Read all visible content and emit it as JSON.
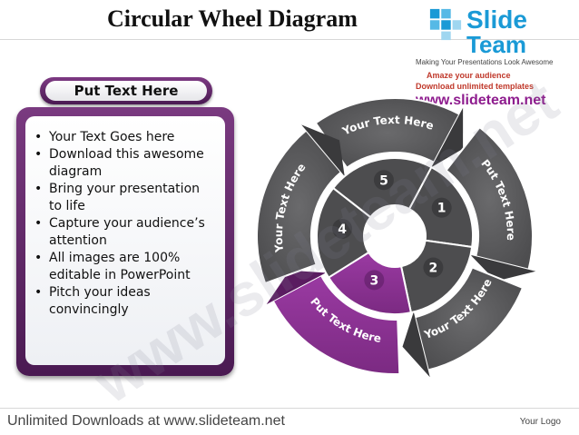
{
  "header": {
    "title": "Circular Wheel Diagram"
  },
  "logo": {
    "brand_line1": "Slide",
    "brand_line2": "Team",
    "tagline": "Making Your Presentations Look Awesome",
    "promo_line1": "Amaze your audience",
    "promo_line2": "Download unlimited templates",
    "url": "www.slideteam.net"
  },
  "left_panel": {
    "heading": "Put Text Here",
    "bullets": [
      [
        "Your Text Goes here"
      ],
      [
        "Download this awesome",
        "diagram"
      ],
      [
        "Bring your presentation",
        "to life"
      ],
      [
        "Capture your audience’s",
        "attention"
      ],
      [
        "All images are 100%",
        "editable in PowerPoint"
      ],
      [
        "Pitch your ideas",
        "convincingly"
      ]
    ]
  },
  "wheel": {
    "numbers": [
      "1",
      "2",
      "3",
      "4",
      "5"
    ],
    "labels": [
      "Your Text Here",
      "Put Text Here",
      "Your Text Here",
      "Put Text Here",
      "Your Text Here"
    ],
    "colors": {
      "dark": "#4d4d4f",
      "darker": "#3a3a3c",
      "highlight": "#7b2a82",
      "highlight_dark": "#5a1c60"
    }
  },
  "watermark": "www.slideteam.net",
  "footer": {
    "left": "Unlimited Downloads at www.slideteam.net",
    "right": "Your Logo"
  }
}
